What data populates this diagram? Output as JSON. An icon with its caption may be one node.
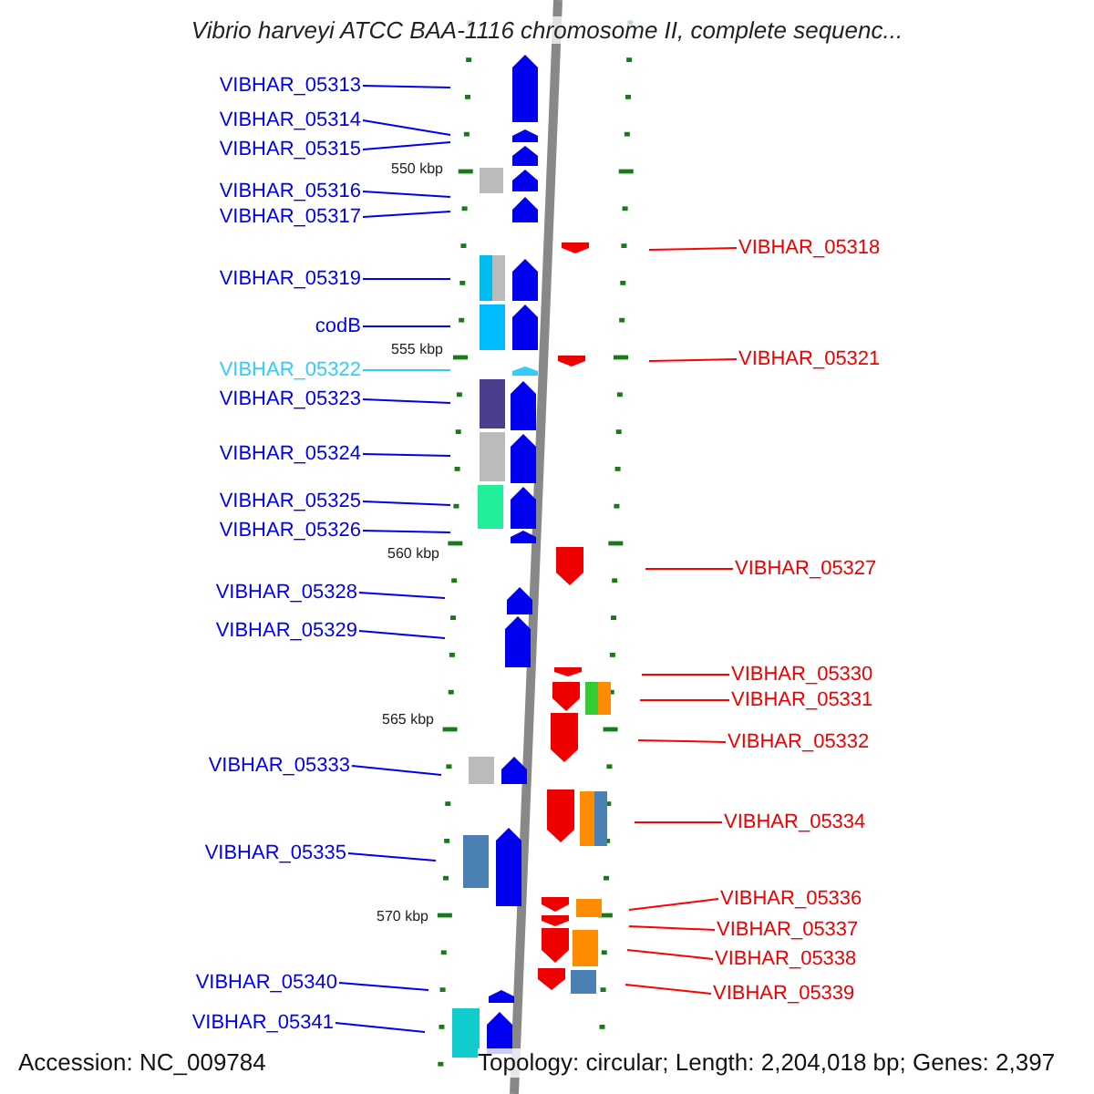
{
  "diagram": {
    "title": "Vibrio harveyi ATCC BAA-1116 chromosome II, complete sequenc...",
    "nodes": [
      {
        "text": [
          "VIBHAR_05313"
        ]
      },
      {
        "text": [
          "VIBHAR_05314"
        ]
      },
      {
        "text": [
          "VIBHAR_05315"
        ]
      },
      {
        "text": [
          "VIBHAR_05316"
        ]
      },
      {
        "text": [
          "VIBHAR_05317"
        ]
      },
      {
        "text": [
          "VIBHAR_05319"
        ]
      },
      {
        "text": [
          "codB"
        ]
      },
      {
        "text": [
          "VIBHAR_05322"
        ]
      },
      {
        "text": [
          "VIBHAR_05323"
        ]
      },
      {
        "text": [
          "VIBHAR_05324"
        ]
      },
      {
        "text": [
          "VIBHAR_05325"
        ]
      },
      {
        "text": [
          "VIBHAR_05326"
        ]
      },
      {
        "text": [
          "VIBHAR_05328"
        ]
      },
      {
        "text": [
          "VIBHAR_05329"
        ]
      },
      {
        "text": [
          "VIBHAR_05333"
        ]
      },
      {
        "text": [
          "VIBHAR_05335"
        ]
      },
      {
        "text": [
          "VIBHAR_05340"
        ]
      },
      {
        "text": [
          "VIBHAR_05341"
        ]
      },
      {
        "text": [
          "VIBHAR_05318"
        ]
      },
      {
        "text": [
          "VIBHAR_05321"
        ]
      },
      {
        "text": [
          "VIBHAR_05327"
        ]
      },
      {
        "text": [
          "VIBHAR_05330"
        ]
      },
      {
        "text": [
          "VIBHAR_05331"
        ]
      },
      {
        "text": [
          "VIBHAR_05332"
        ]
      },
      {
        "text": [
          "VIBHAR_05334"
        ]
      },
      {
        "text": [
          "VIBHAR_05336"
        ]
      },
      {
        "text": [
          "VIBHAR_05337"
        ]
      },
      {
        "text": [
          "VIBHAR_05338"
        ]
      },
      {
        "text": [
          "VIBHAR_05339"
        ]
      }
    ],
    "edges": [
      {
        "from": 0,
        "to": null,
        "arrow": "none"
      },
      {
        "from": 1,
        "to": null,
        "arrow": "none"
      },
      {
        "from": 2,
        "to": null,
        "arrow": "none"
      },
      {
        "from": 3,
        "to": null,
        "arrow": "none"
      },
      {
        "from": 4,
        "to": null,
        "arrow": "none"
      },
      {
        "from": 5,
        "to": null,
        "arrow": "none"
      },
      {
        "from": 6,
        "to": null,
        "arrow": "none"
      },
      {
        "from": 7,
        "to": null,
        "arrow": "none",
        "color": "#33ccff"
      },
      {
        "from": 8,
        "to": null,
        "arrow": "none"
      },
      {
        "from": 9,
        "to": null,
        "arrow": "none"
      },
      {
        "from": 10,
        "to": null,
        "arrow": "none"
      },
      {
        "from": 11,
        "to": null,
        "arrow": "none"
      },
      {
        "from": 12,
        "to": null,
        "arrow": "none"
      },
      {
        "from": 13,
        "to": null,
        "arrow": "none"
      },
      {
        "from": 14,
        "to": null,
        "arrow": "none"
      },
      {
        "from": 15,
        "to": null,
        "arrow": "none"
      },
      {
        "from": 16,
        "to": null,
        "arrow": "none"
      },
      {
        "from": 17,
        "to": null,
        "arrow": "none"
      },
      {
        "from": 18,
        "to": null,
        "arrow": "none",
        "color": "#ff0000"
      },
      {
        "from": 19,
        "to": null,
        "arrow": "none",
        "color": "#ff0000"
      },
      {
        "from": 20,
        "to": null,
        "arrow": "none",
        "color": "#ff0000"
      },
      {
        "from": 21,
        "to": null,
        "arrow": "none",
        "color": "#ff0000"
      },
      {
        "from": 22,
        "to": null,
        "arrow": "none",
        "color": "#ff0000"
      },
      {
        "from": 23,
        "to": null,
        "arrow": "none",
        "color": "#ff0000"
      },
      {
        "from": 24,
        "to": null,
        "arrow": "none",
        "color": "#ff0000"
      },
      {
        "from": 25,
        "to": null,
        "arrow": "none",
        "color": "#ff0000"
      },
      {
        "from": 26,
        "to": null,
        "arrow": "none",
        "color": "#ff0000"
      },
      {
        "from": 27,
        "to": null,
        "arrow": "none",
        "color": "#ff0000"
      },
      {
        "from": 28,
        "to": null,
        "arrow": "none",
        "color": "#ff0000"
      }
    ],
    "labels": [
      "550 kbp",
      "555 kbp",
      "560 kbp",
      "565 kbp",
      "570 kbp",
      "Accession: NC_009784",
      "Topology: circular; Length: 2,204,018 bp; Genes: 2,397"
    ]
  }
}
